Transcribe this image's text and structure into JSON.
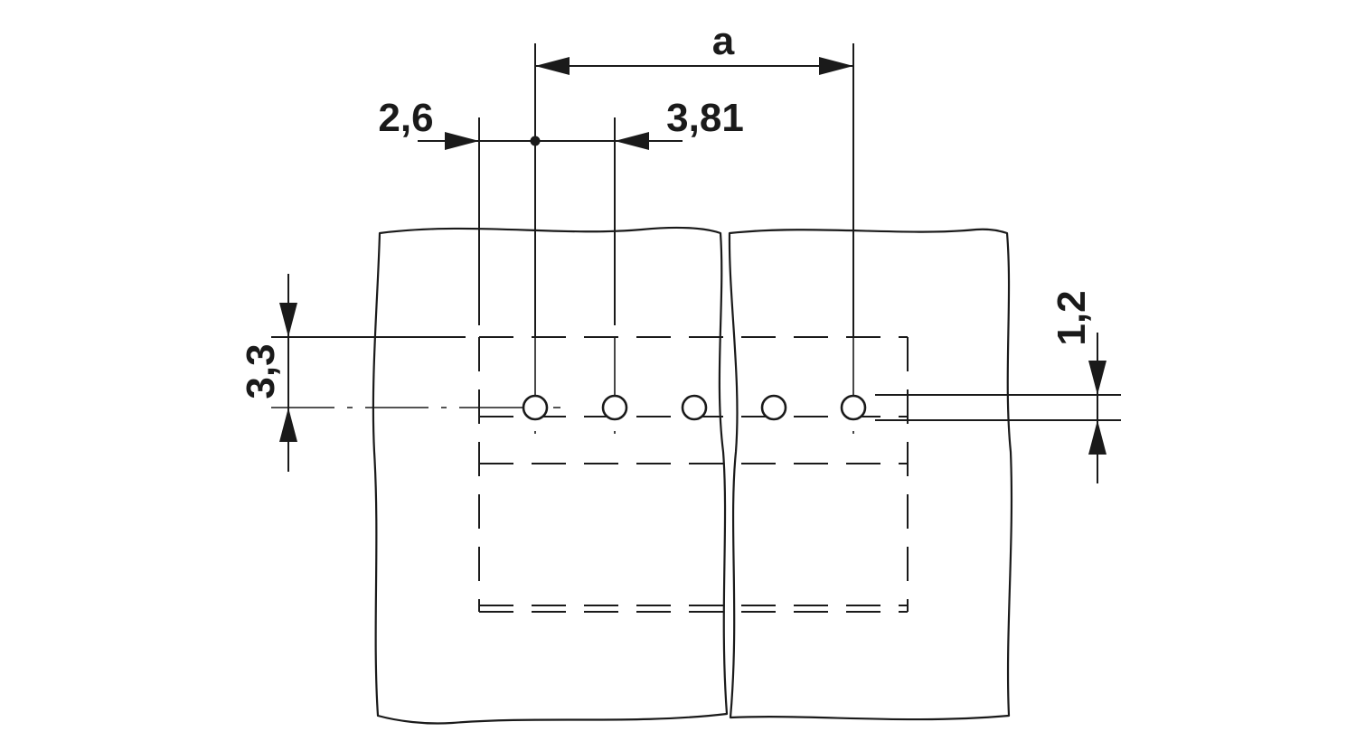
{
  "drawing": {
    "dimensions": {
      "overall_pitch": "a",
      "first_offset": "2,6",
      "pitch": "3,81",
      "row_offset": "3,3",
      "hole_offset": "1,2"
    },
    "hole_count": 5,
    "colors": {
      "line": "#1a1a1a",
      "background": "#ffffff"
    }
  }
}
